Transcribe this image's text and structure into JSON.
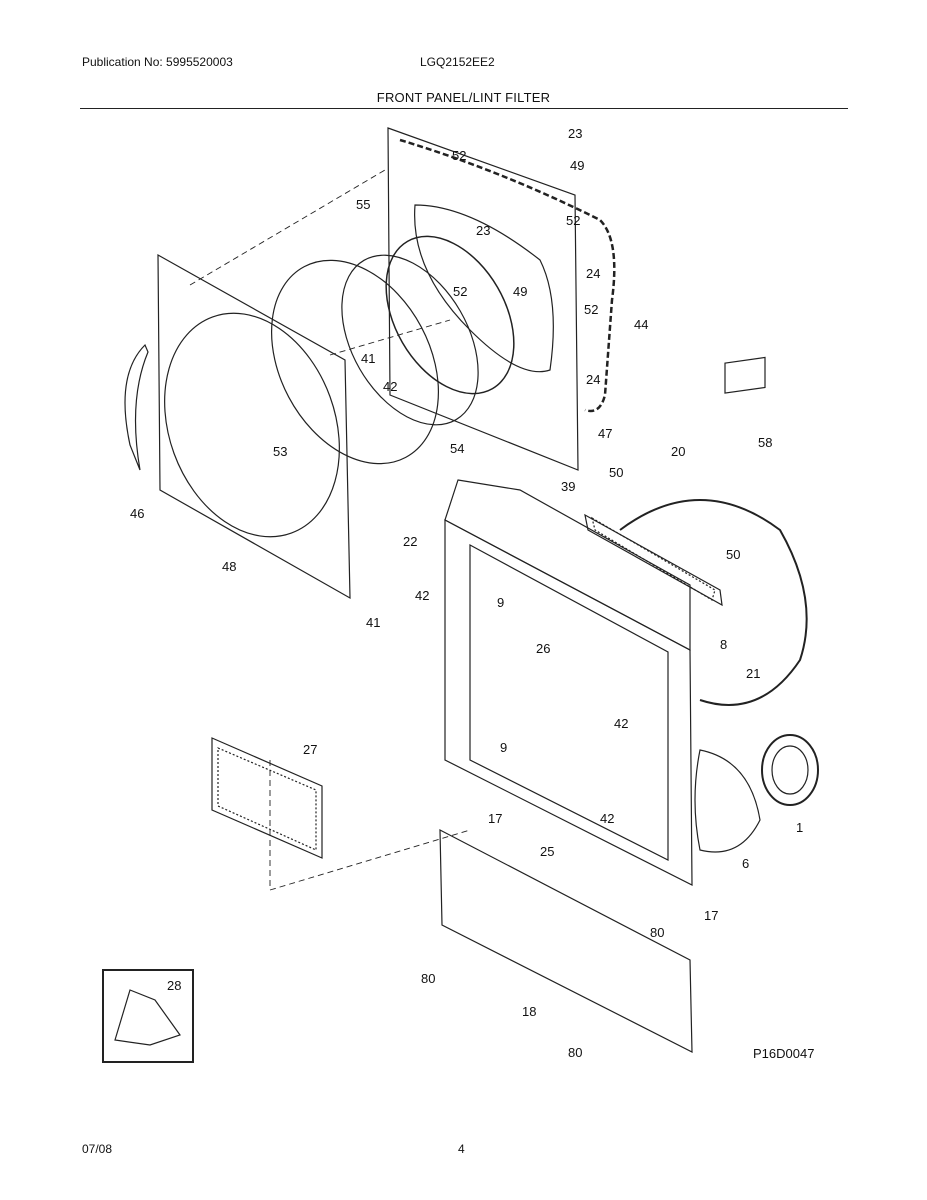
{
  "header": {
    "publication": "Publication No: 5995520003",
    "model": "LGQ2152EE2",
    "title": "FRONT PANEL/LINT FILTER"
  },
  "diagram_code": "P16D0047",
  "footer": {
    "date": "07/08",
    "page": "4"
  },
  "labels": {
    "l23a": "23",
    "l52a": "52",
    "l49a": "49",
    "l55": "55",
    "l52b": "52",
    "l23b": "23",
    "l24a": "24",
    "l52c": "52",
    "l49b": "49",
    "l52d": "52",
    "l44": "44",
    "l41a": "41",
    "l42a": "42",
    "l24b": "24",
    "l47": "47",
    "l53": "53",
    "l54": "54",
    "l46": "46",
    "l58": "58",
    "l20": "20",
    "l50a": "50",
    "l39": "39",
    "l22": "22",
    "l50b": "50",
    "l48": "48",
    "l42b": "42",
    "l9a": "9",
    "l41b": "41",
    "l8": "8",
    "l26": "26",
    "l21": "21",
    "l42c": "42",
    "l27": "27",
    "l9b": "9",
    "l1": "1",
    "l17a": "17",
    "l42d": "42",
    "l25": "25",
    "l6": "6",
    "l17b": "17",
    "l80a": "80",
    "l28": "28",
    "l80b": "80",
    "l18": "18",
    "l80c": "80"
  }
}
